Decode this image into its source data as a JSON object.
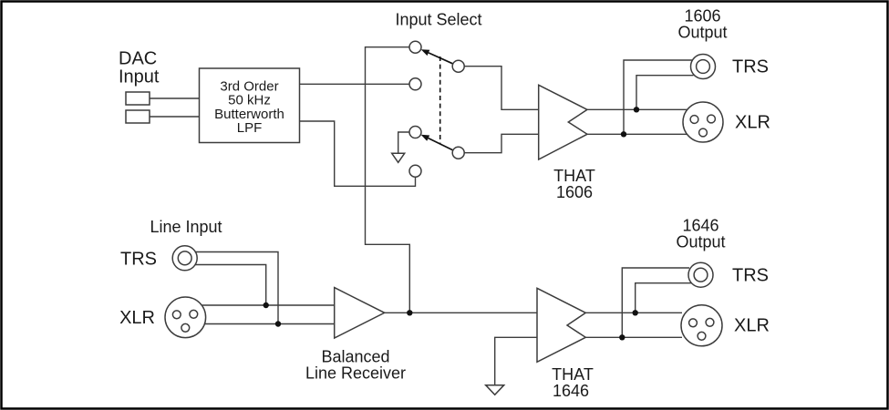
{
  "colors": {
    "line": "#3c3c3c",
    "ink": "#111111",
    "text": "#1a1a1a",
    "background": "#ffffff",
    "frame": "#000000"
  },
  "dac_input": {
    "title_line1": "DAC",
    "title_line2": "Input"
  },
  "lpf_block": {
    "line1": "3rd Order",
    "line2": "50 kHz",
    "line3": "Butterworth",
    "line4": "LPF"
  },
  "input_select": {
    "title": "Input Select"
  },
  "that_1606": {
    "name_line1": "THAT",
    "name_line2": "1606"
  },
  "output_1606": {
    "title_line1": "1606",
    "title_line2": "Output",
    "trs": "TRS",
    "xlr": "XLR"
  },
  "line_input": {
    "title": "Line Input",
    "trs": "TRS",
    "xlr": "XLR"
  },
  "balanced_receiver": {
    "label_line1": "Balanced",
    "label_line2": "Line Receiver"
  },
  "that_1646": {
    "name_line1": "THAT",
    "name_line2": "1646"
  },
  "output_1646": {
    "title_line1": "1646",
    "title_line2": "Output",
    "trs": "TRS",
    "xlr": "XLR"
  }
}
